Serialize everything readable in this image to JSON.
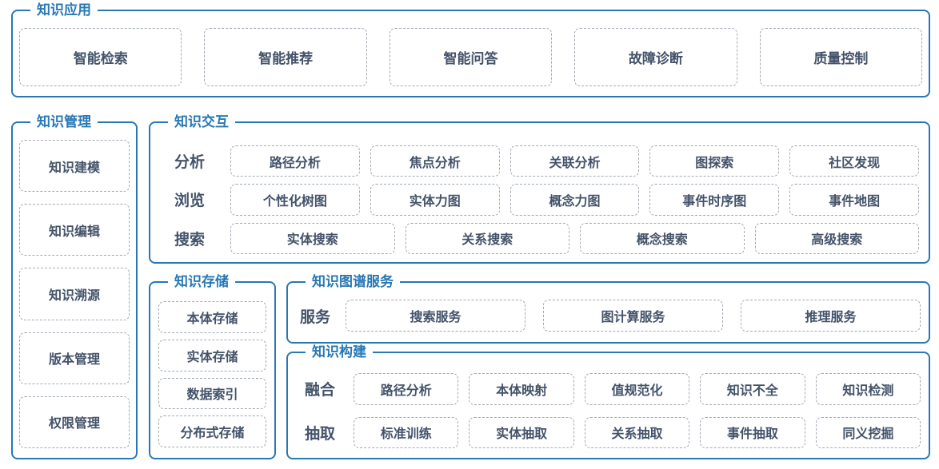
{
  "colors": {
    "accent_blue": "#2878b5",
    "box_text": "#44536a",
    "dashed_border": "#a3aab4",
    "background": "#ffffff"
  },
  "sections": {
    "application": {
      "title": "知识应用",
      "items": [
        "智能检索",
        "智能推荐",
        "智能问答",
        "故障诊断",
        "质量控制"
      ]
    },
    "management": {
      "title": "知识管理",
      "items": [
        "知识建模",
        "知识编辑",
        "知识溯源",
        "版本管理",
        "权限管理"
      ]
    },
    "interaction": {
      "title": "知识交互",
      "rows": [
        {
          "label": "分析",
          "items": [
            "路径分析",
            "焦点分析",
            "关联分析",
            "图探索",
            "社区发现"
          ]
        },
        {
          "label": "浏览",
          "items": [
            "个性化树图",
            "实体力图",
            "概念力图",
            "事件时序图",
            "事件地图"
          ]
        },
        {
          "label": "搜索",
          "items": [
            "实体搜索",
            "关系搜索",
            "概念搜索",
            "高级搜索"
          ]
        }
      ]
    },
    "storage": {
      "title": "知识存储",
      "items": [
        "本体存储",
        "实体存储",
        "数据索引",
        "分布式存储"
      ]
    },
    "service": {
      "title": "知识图谱服务",
      "rows": [
        {
          "label": "服务",
          "items": [
            "搜索服务",
            "图计算服务",
            "推理服务"
          ]
        }
      ]
    },
    "construction": {
      "title": "知识构建",
      "rows": [
        {
          "label": "融合",
          "items": [
            "路径分析",
            "本体映射",
            "值规范化",
            "知识不全",
            "知识检测"
          ]
        },
        {
          "label": "抽取",
          "items": [
            "标准训练",
            "实体抽取",
            "关系抽取",
            "事件抽取",
            "同义挖掘"
          ]
        }
      ]
    }
  }
}
